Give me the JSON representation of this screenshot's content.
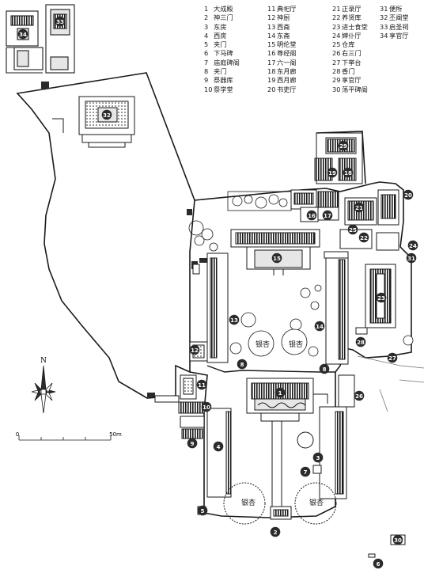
{
  "legend": [
    {
      "num": "1",
      "label": "大成殿"
    },
    {
      "num": "2",
      "label": "神三门"
    },
    {
      "num": "3",
      "label": "东庑"
    },
    {
      "num": "4",
      "label": "西庑"
    },
    {
      "num": "5",
      "label": "夹门"
    },
    {
      "num": "6",
      "label": "下马碑"
    },
    {
      "num": "7",
      "label": "庙庭碑阁"
    },
    {
      "num": "8",
      "label": "夹门"
    },
    {
      "num": "9",
      "label": "祭器库"
    },
    {
      "num": "10",
      "label": "祭学堂"
    },
    {
      "num": "11",
      "label": "典祀厅"
    },
    {
      "num": "12",
      "label": "神厨"
    },
    {
      "num": "13",
      "label": "西斋"
    },
    {
      "num": "14",
      "label": "东斋"
    },
    {
      "num": "15",
      "label": "明伦堂"
    },
    {
      "num": "16",
      "label": "尊经阁"
    },
    {
      "num": "17",
      "label": "六一阁"
    },
    {
      "num": "18",
      "label": "东月廊"
    },
    {
      "num": "19",
      "label": "西月廊"
    },
    {
      "num": "20",
      "label": "书吏厅"
    },
    {
      "num": "21",
      "label": "正录厅"
    },
    {
      "num": "22",
      "label": "养贤库"
    },
    {
      "num": "23",
      "label": "进士食堂"
    },
    {
      "num": "24",
      "label": "婶仆厅"
    },
    {
      "num": "25",
      "label": "仓库"
    },
    {
      "num": "26",
      "label": "右三门"
    },
    {
      "num": "27",
      "label": "下挙台"
    },
    {
      "num": "28",
      "label": "香门"
    },
    {
      "num": "29",
      "label": "享官厅"
    },
    {
      "num": "30",
      "label": "荡平碑阁"
    },
    {
      "num": "31",
      "label": "便所"
    },
    {
      "num": "32",
      "label": "丕阐堂"
    },
    {
      "num": "33",
      "label": "启圣祠"
    },
    {
      "num": "34",
      "label": "享官厅"
    }
  ],
  "tree_label": "银杏",
  "north_label": "N",
  "scale": {
    "start": "0",
    "end": "50m"
  },
  "colors": {
    "line": "#1a1a1a",
    "fill_dark": "#2b2b2b",
    "fill_grey": "#9a9a9a",
    "fill_light": "#e6e6e6"
  }
}
